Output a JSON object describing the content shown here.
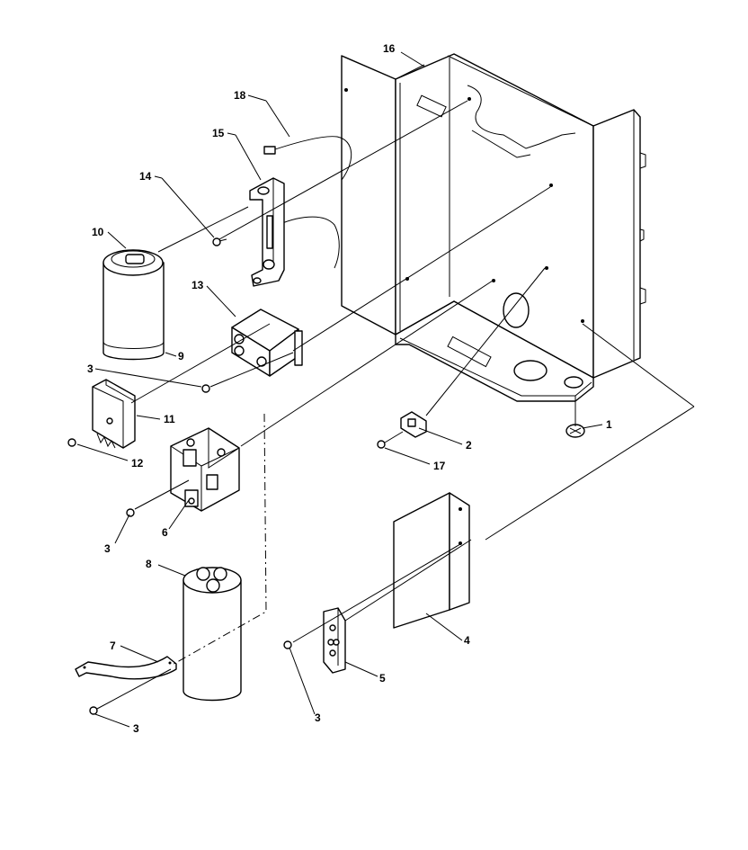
{
  "labels": {
    "p1": "1",
    "p2": "2",
    "p3a": "3",
    "p3b": "3",
    "p3c": "3",
    "p3d": "3",
    "p4": "4",
    "p5": "5",
    "p6": "6",
    "p7": "7",
    "p8": "8",
    "p9": "9",
    "p10": "10",
    "p11": "11",
    "p12": "12",
    "p13": "13",
    "p14": "14",
    "p15": "15",
    "p16": "16",
    "p17": "17",
    "p18": "18"
  }
}
